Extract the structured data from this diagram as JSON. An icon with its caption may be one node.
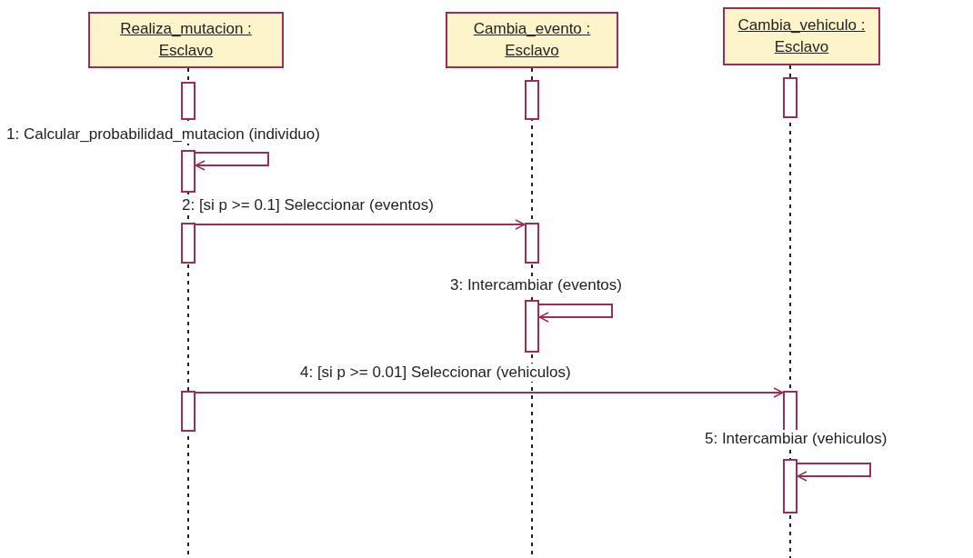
{
  "diagram": {
    "nodes": [
      {
        "text": [
          "Realiza_mutacion :",
          "Esclavo"
        ]
      },
      {
        "text": [
          "Cambia_evento :",
          "Esclavo"
        ]
      },
      {
        "text": [
          "Cambia_vehiculo :",
          "Esclavo"
        ]
      },
      {
        "text": [],
        "shape": "bar"
      },
      {
        "text": [],
        "shape": "bar"
      },
      {
        "text": [],
        "shape": "bar"
      },
      {
        "text": [],
        "shape": "bar"
      },
      {
        "text": [],
        "shape": "bar"
      },
      {
        "text": [],
        "shape": "bar"
      },
      {
        "text": [],
        "shape": "bar"
      },
      {
        "text": [],
        "shape": "bar"
      },
      {
        "text": [],
        "shape": "bar"
      },
      {
        "text": [],
        "shape": "bar"
      }
    ],
    "edges": [
      {
        "from": 6,
        "to": 6,
        "arrow": "to",
        "label": "1: Calcular_probabilidad_mutacion (individuo)"
      },
      {
        "from": 7,
        "to": 8,
        "arrow": "to",
        "label": "2: [si p >= 0.1] Seleccionar (eventos)"
      },
      {
        "from": 9,
        "to": 9,
        "arrow": "to",
        "label": "3: Intercambiar (eventos)"
      },
      {
        "from": 10,
        "to": 11,
        "arrow": "to",
        "label": "4: [si p >= 0.01] Seleccionar (vehiculos)"
      },
      {
        "from": 12,
        "to": 12,
        "arrow": "to",
        "label": "5: Intercambiar (vehiculos)"
      }
    ]
  }
}
